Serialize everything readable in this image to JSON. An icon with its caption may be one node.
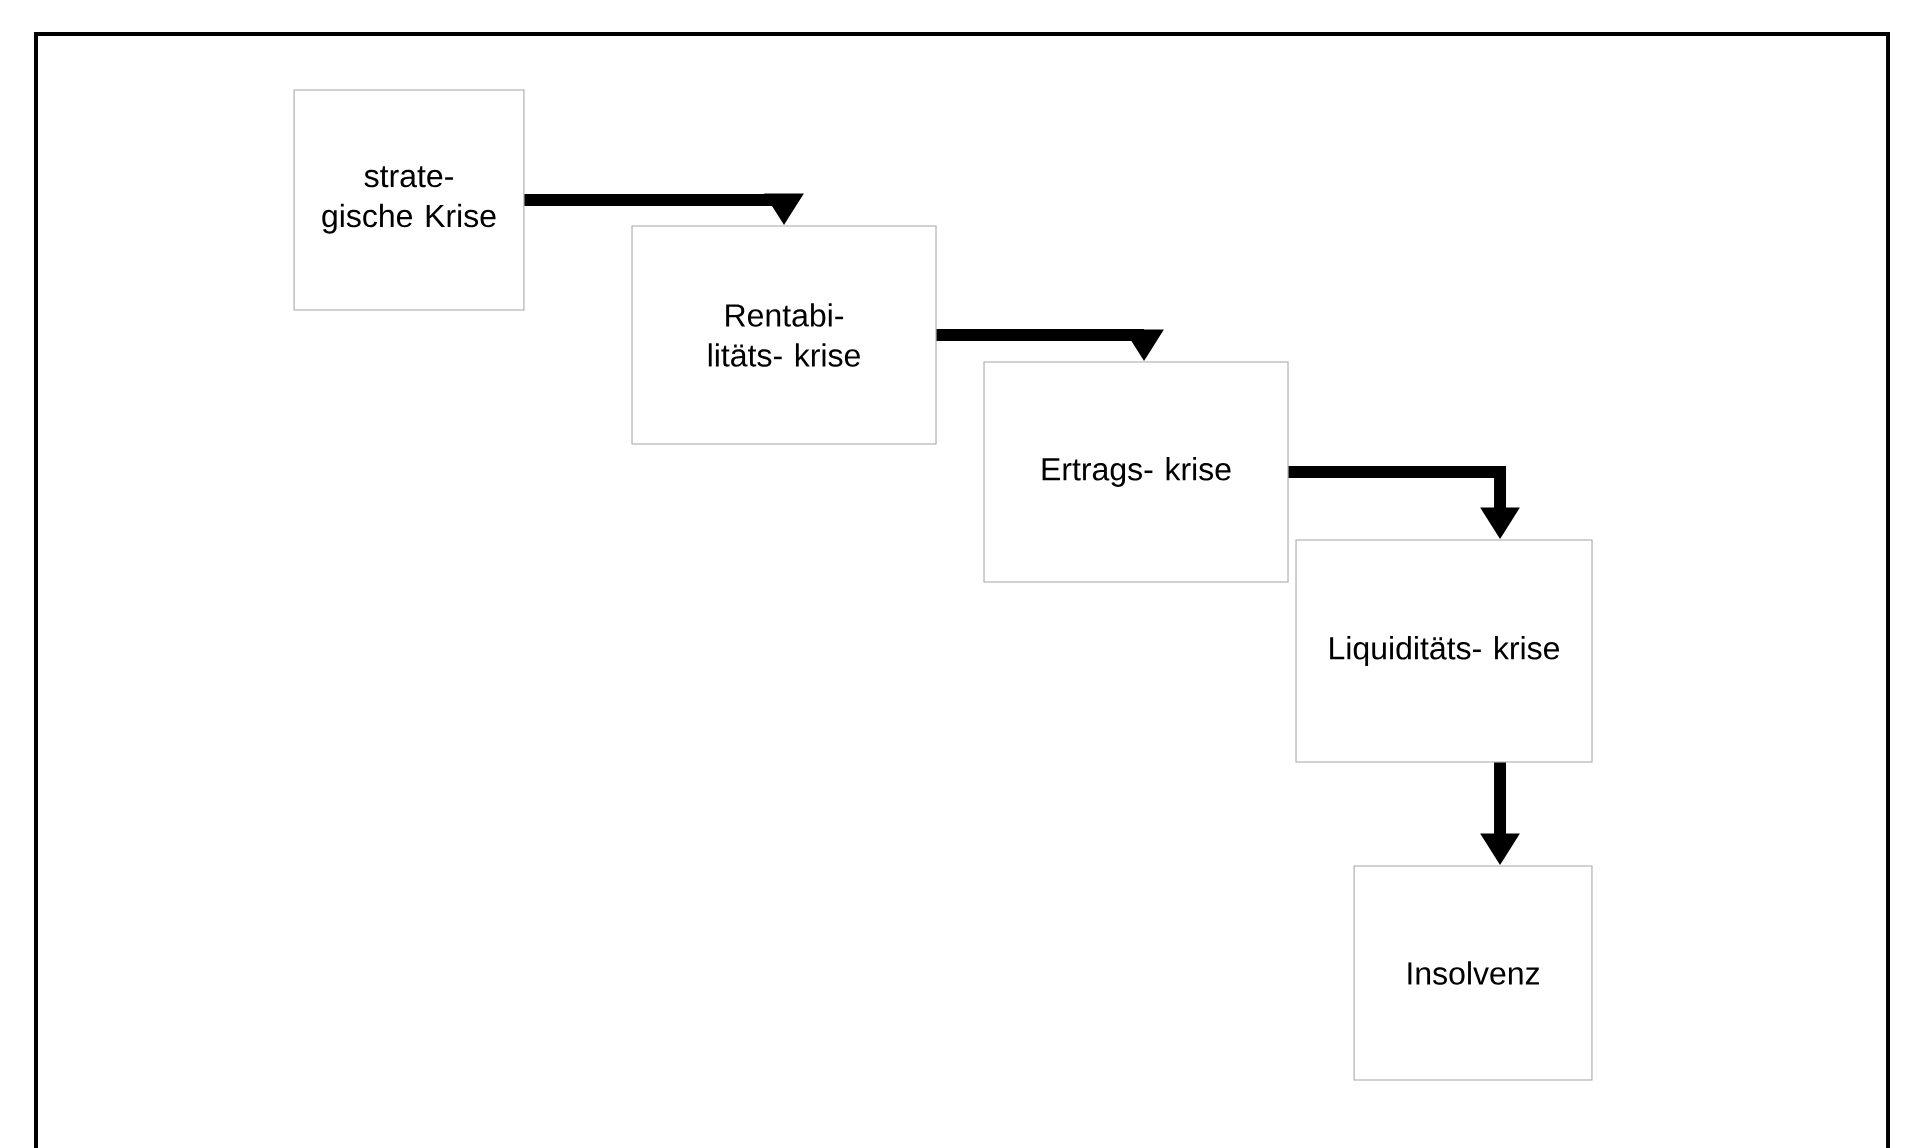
{
  "diagram": {
    "nodes": [
      {
        "text": [
          "strate- gische Krise"
        ]
      },
      {
        "text": [
          "Rentabi- litäts- krise"
        ]
      },
      {
        "text": [
          "Ertrags- krise"
        ]
      },
      {
        "text": [
          "Liquiditäts- krise"
        ]
      },
      {
        "text": [
          "Insolvenz"
        ]
      }
    ],
    "edges": [
      {
        "from": 0,
        "to": 1,
        "arrow": "to"
      },
      {
        "from": 1,
        "to": 2,
        "arrow": "to"
      },
      {
        "from": 2,
        "to": 3,
        "arrow": "to"
      },
      {
        "from": 3,
        "to": 4,
        "arrow": "to"
      }
    ]
  }
}
